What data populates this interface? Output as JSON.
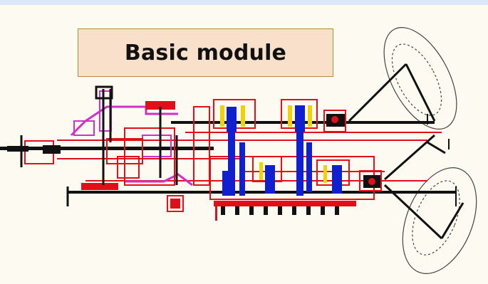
{
  "title": "Basic module",
  "colors": {
    "background": "#fdfbf1",
    "title_fill": "#f8e0cb",
    "title_border": "#b58b3a",
    "conveyor_black": "#111111",
    "frame_red": "#e0101a",
    "motor_blue": "#1020d0",
    "guide_magenta": "#d030c8",
    "accent_yellow": "#f2d200"
  },
  "icons": [
    "scroll-arc-upper",
    "scroll-arc-lower",
    "motor-unit",
    "gear-wheel"
  ]
}
